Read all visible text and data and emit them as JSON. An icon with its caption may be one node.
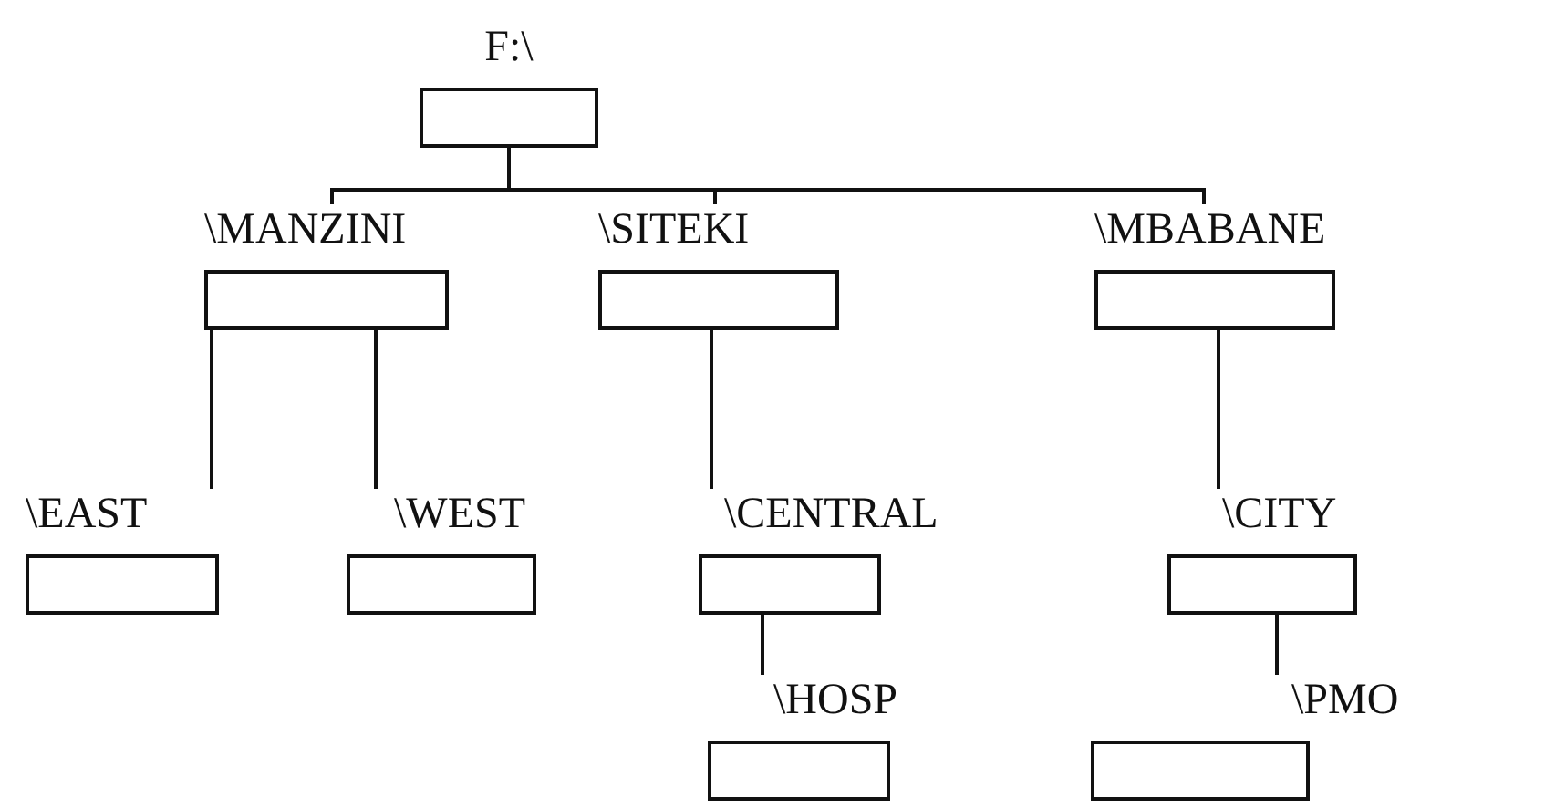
{
  "diagram": {
    "nodes": [
      {
        "text": [
          "F:\\"
        ]
      },
      {
        "text": [
          "\\MANZINI"
        ]
      },
      {
        "text": [
          "\\EAST"
        ]
      },
      {
        "text": [
          "\\WEST"
        ]
      },
      {
        "text": [
          "\\SITEKI"
        ]
      },
      {
        "text": [
          "\\CENTRAL"
        ]
      },
      {
        "text": [
          "\\HOSP"
        ]
      },
      {
        "text": [
          "\\MBABANE"
        ]
      },
      {
        "text": [
          "\\CITY"
        ]
      },
      {
        "text": [
          "\\PMO"
        ]
      }
    ],
    "edges": [
      {
        "from": 0,
        "to": 1,
        "arrow": "none"
      },
      {
        "from": 0,
        "to": 4,
        "arrow": "none"
      },
      {
        "from": 0,
        "to": 7,
        "arrow": "none"
      },
      {
        "from": 1,
        "to": 2,
        "arrow": "none"
      },
      {
        "from": 1,
        "to": 3,
        "arrow": "none"
      },
      {
        "from": 4,
        "to": 5,
        "arrow": "none"
      },
      {
        "from": 5,
        "to": 6,
        "arrow": "none"
      },
      {
        "from": 7,
        "to": 8,
        "arrow": "none"
      },
      {
        "from": 8,
        "to": 9,
        "arrow": "none"
      }
    ]
  }
}
